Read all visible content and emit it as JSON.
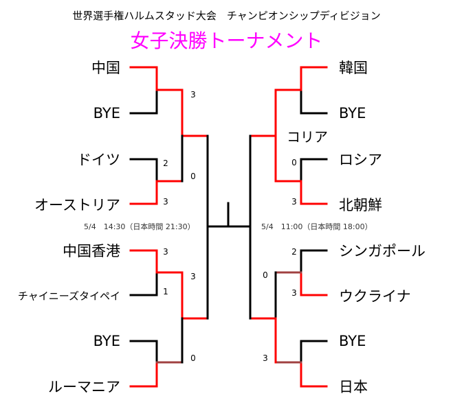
{
  "header": {
    "subtitle": "世界選手権ハルムスタッド大会　チャンピオンシップディビジョン",
    "title": "女子決勝トーナメント"
  },
  "left": {
    "teams": [
      "中国",
      "BYE",
      "ドイツ",
      "オーストリア",
      "中国香港",
      "チャイニーズタイペイ",
      "BYE",
      "ルーマニア"
    ],
    "scores": [
      "3",
      "2",
      "0",
      "3",
      "3",
      "3",
      "1",
      "0"
    ],
    "time": "5/4　14:30（日本時間 21:30）"
  },
  "right": {
    "teams": [
      "韓国",
      "BYE",
      "ロシア",
      "北朝鮮",
      "シンガポール",
      "ウクライナ",
      "BYE",
      "日本"
    ],
    "scores": [
      "0",
      "3",
      "2",
      "0",
      "3",
      "3"
    ],
    "time": "5/4　11:00（日本時間 18:00）",
    "label": "コリア"
  },
  "colors": {
    "winner": "#ff0000",
    "loser": "#000000",
    "alt": "#a04040",
    "title": "#ff00ff"
  }
}
